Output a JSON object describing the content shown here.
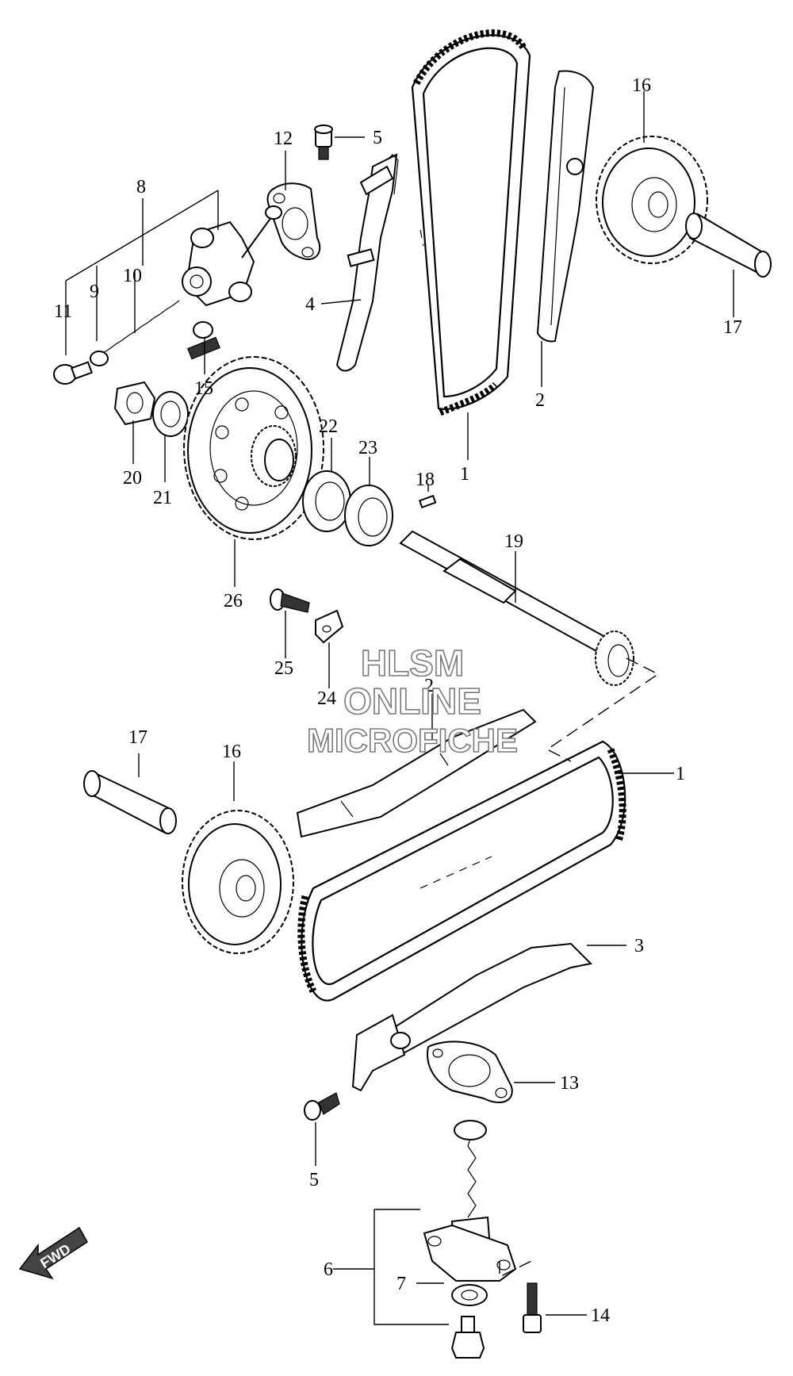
{
  "callouts": [
    {
      "id": "1a",
      "text": "1"
    },
    {
      "id": "1b",
      "text": "1"
    },
    {
      "id": "2a",
      "text": "2"
    },
    {
      "id": "2b",
      "text": "2"
    },
    {
      "id": "3",
      "text": "3"
    },
    {
      "id": "4",
      "text": "4"
    },
    {
      "id": "5a",
      "text": "5"
    },
    {
      "id": "5b",
      "text": "5"
    },
    {
      "id": "6",
      "text": "6"
    },
    {
      "id": "7",
      "text": "7"
    },
    {
      "id": "8",
      "text": "8"
    },
    {
      "id": "9",
      "text": "9"
    },
    {
      "id": "10",
      "text": "10"
    },
    {
      "id": "11",
      "text": "11"
    },
    {
      "id": "12",
      "text": "12"
    },
    {
      "id": "13",
      "text": "13"
    },
    {
      "id": "14",
      "text": "14"
    },
    {
      "id": "15",
      "text": "15"
    },
    {
      "id": "16a",
      "text": "16"
    },
    {
      "id": "16b",
      "text": "16"
    },
    {
      "id": "17a",
      "text": "17"
    },
    {
      "id": "17b",
      "text": "17"
    },
    {
      "id": "18",
      "text": "18"
    },
    {
      "id": "19",
      "text": "19"
    },
    {
      "id": "20",
      "text": "20"
    },
    {
      "id": "21",
      "text": "21"
    },
    {
      "id": "22",
      "text": "22"
    },
    {
      "id": "23",
      "text": "23"
    },
    {
      "id": "24",
      "text": "24"
    },
    {
      "id": "25",
      "text": "25"
    },
    {
      "id": "26",
      "text": "26"
    }
  ],
  "watermark": {
    "line1": "HLSM",
    "line2": "ONLINE",
    "line3": "MICROFICHE"
  },
  "fwd_label": "FWD"
}
